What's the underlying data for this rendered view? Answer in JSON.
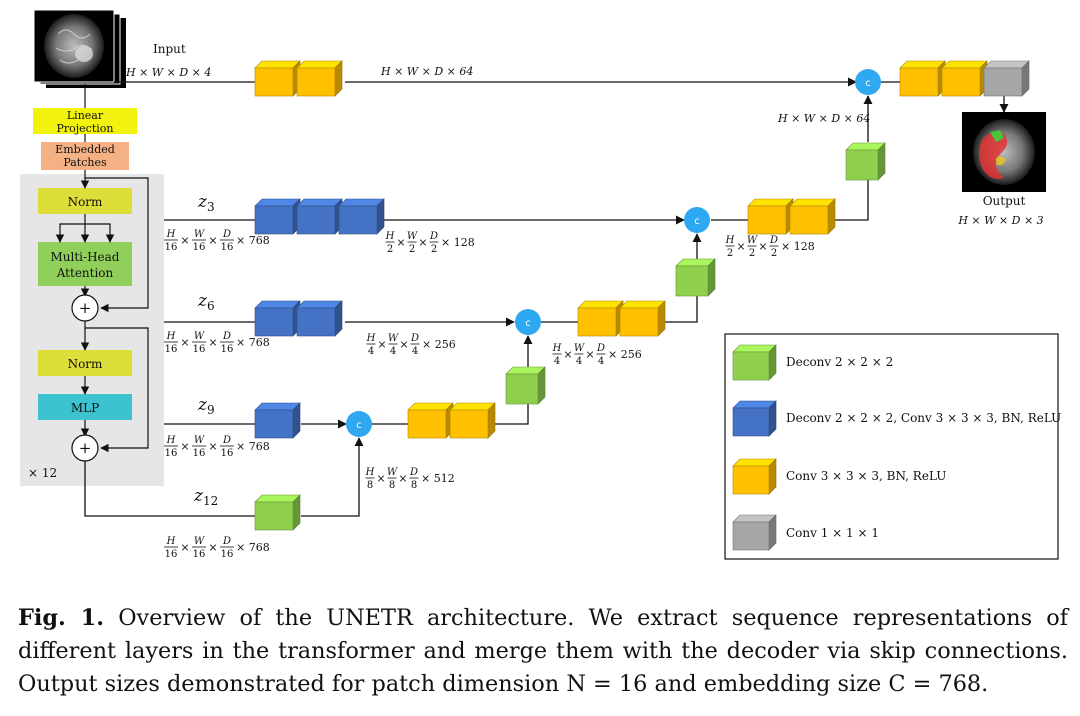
{
  "io": {
    "input_label": "Input",
    "input_dim": "H × W × D × 4",
    "output_label": "Output",
    "output_dim": "H × W × D × 3"
  },
  "encoder": {
    "linear_projection": [
      "Linear",
      "Projection"
    ],
    "embedded_patches": [
      "Embedded",
      "Patches"
    ],
    "norm1": "Norm",
    "mha": [
      "Multi-Head",
      "Attention"
    ],
    "norm2": "Norm",
    "mlp": "MLP",
    "plus": "+",
    "repeat": "× 12"
  },
  "skips": {
    "z3": "z",
    "z3_sub": "3",
    "z6": "z",
    "z6_sub": "6",
    "z9": "z",
    "z9_sub": "9",
    "z12": "z",
    "z12_sub": "12"
  },
  "dims": {
    "top": "H × W × D × 64",
    "concat_top": "H × W × D × 64",
    "frac_h16": "H",
    "frac_w16": "W",
    "frac_d16": "D",
    "den16": "16",
    "ch768": "× 768",
    "den2": "2",
    "ch128": "× 128",
    "den4": "4",
    "ch256": "× 256",
    "den8": "8",
    "ch512": "× 512",
    "times": "×"
  },
  "concat_label": "c",
  "legend": {
    "items": [
      {
        "label": "Deconv 2 × 2 × 2",
        "color": "#8fd14f"
      },
      {
        "label": "Deconv 2 × 2 × 2, Conv 3 × 3 × 3, BN, ReLU",
        "color": "#4472c4"
      },
      {
        "label": "Conv 3 × 3 × 3, BN, ReLU",
        "color": "#ffc000"
      },
      {
        "label": "Conv 1 × 1 × 1",
        "color": "#a6a6a6"
      }
    ]
  },
  "colors": {
    "green": "#8fd14f",
    "blue": "#4472c4",
    "yellow": "#ffc000",
    "gray": "#a6a6a6",
    "concat": "#2ea8f0",
    "linear_proj": "#f2f20f",
    "embedded": "#f4b183",
    "norm": "#dede3a",
    "mha": "#8fcf5a",
    "mlp": "#3dc3d0"
  },
  "caption": {
    "fig": "Fig. 1.",
    "text": "Overview of the UNETR architecture. We extract sequence representations of different layers in the transformer and merge them with the decoder via skip connections. Output sizes demonstrated for patch dimension N = 16 and embedding size C = 768."
  }
}
